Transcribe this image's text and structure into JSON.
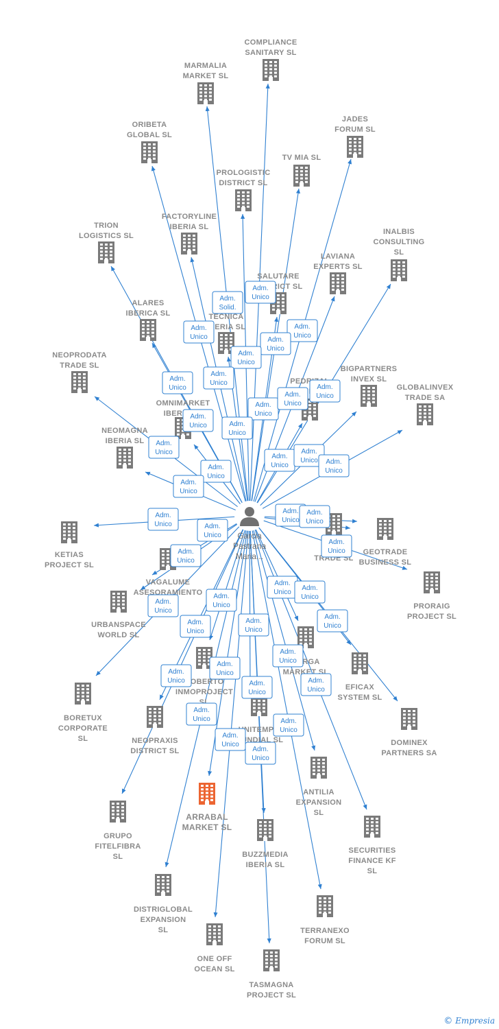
{
  "colors": {
    "edge": "#2f80d1",
    "building": "#7a7a7a",
    "building_highlight": "#ec6532",
    "label": "#8a8a8a"
  },
  "center": {
    "icon": "person-icon",
    "lines": [
      "Garcia",
      "Pastrana",
      "Maria..."
    ]
  },
  "companies": [
    {
      "id": "compliance",
      "lines": [
        "COMPLIANCE",
        "SANITARY  SL"
      ]
    },
    {
      "id": "marmalia",
      "lines": [
        "MARMALIA",
        "MARKET  SL"
      ]
    },
    {
      "id": "jades",
      "lines": [
        "JADES",
        "FORUM  SL"
      ]
    },
    {
      "id": "oribeta",
      "lines": [
        "ORIBETA",
        "GLOBAL  SL"
      ]
    },
    {
      "id": "tvmia",
      "lines": [
        "TV MIA  SL"
      ]
    },
    {
      "id": "prologistic",
      "lines": [
        "PROLOGISTIC",
        "DISTRICT  SL"
      ]
    },
    {
      "id": "trion",
      "lines": [
        "TRION",
        "LOGISTICS  SL"
      ]
    },
    {
      "id": "factoryline",
      "lines": [
        "FACTORYLINE",
        "IBERIA  SL"
      ]
    },
    {
      "id": "inalbis",
      "lines": [
        "INALBIS",
        "CONSULTING",
        "SL"
      ]
    },
    {
      "id": "laviana",
      "lines": [
        "LAVIANA",
        "EXPERTS  SL"
      ]
    },
    {
      "id": "salutare",
      "lines": [
        "SALUTARE",
        "DISTRICT  SL"
      ]
    },
    {
      "id": "alares",
      "lines": [
        "ALARES",
        "IBERICA  SL"
      ]
    },
    {
      "id": "tecnica",
      "lines": [
        "TECNICA",
        "IBERIA  SL"
      ]
    },
    {
      "id": "neoprodata",
      "lines": [
        "NEOPRODATA",
        "TRADE  SL"
      ]
    },
    {
      "id": "bigpartners",
      "lines": [
        "BIGPARTNERS",
        "INVEX  SL"
      ]
    },
    {
      "id": "globalinvex",
      "lines": [
        "GLOBALINVEX",
        "TRADE SA"
      ]
    },
    {
      "id": "pedrizal",
      "lines": [
        "PEDRIZAL",
        "PARTNERS  SL"
      ]
    },
    {
      "id": "omnimarket",
      "lines": [
        "OMNIMARKET",
        "IBERIA  SL"
      ]
    },
    {
      "id": "neomagna",
      "lines": [
        "NEOMAGNA",
        "IBERIA  SL"
      ]
    },
    {
      "id": "ketias",
      "lines": [
        "KETIAS",
        "PROJECT  SL"
      ]
    },
    {
      "id": "geotrade",
      "lines": [
        "GEOTRADE",
        "BUSINESS  SL"
      ]
    },
    {
      "id": "atlas",
      "lines": [
        "ATLAS",
        "TRADE  SL"
      ]
    },
    {
      "id": "vagalume",
      "lines": [
        "VAGALUME",
        "ASESORAMIENTO"
      ]
    },
    {
      "id": "proraig",
      "lines": [
        "PRORAIG",
        "PROJECT  SL"
      ]
    },
    {
      "id": "urbanspace",
      "lines": [
        "URBANSPACE",
        "WORLD  SL"
      ]
    },
    {
      "id": "sarga",
      "lines": [
        "SARGA",
        "MARKET  SL"
      ]
    },
    {
      "id": "eficax",
      "lines": [
        "EFICAX",
        "SYSTEM  SL"
      ]
    },
    {
      "id": "boretux",
      "lines": [
        "BORETUX",
        "CORPORATE",
        "SL"
      ]
    },
    {
      "id": "robertoinmo",
      "lines": [
        "ROBERTO",
        "INMOPROJECT",
        "SL"
      ]
    },
    {
      "id": "dominex",
      "lines": [
        "DOMINEX",
        "PARTNERS SA"
      ]
    },
    {
      "id": "neopraxis",
      "lines": [
        "NEOPRAXIS",
        "DISTRICT  SL"
      ]
    },
    {
      "id": "unitempo",
      "lines": [
        "UNITEMPO",
        "MUNDIAL  SL"
      ]
    },
    {
      "id": "antilia",
      "lines": [
        "ANTILIA",
        "EXPANSION",
        "SL"
      ]
    },
    {
      "id": "arrabal",
      "lines": [
        "ARRABAL",
        "MARKET  SL"
      ],
      "highlight": true
    },
    {
      "id": "grupo",
      "lines": [
        "GRUPO",
        "FITELFIBRA",
        "SL"
      ]
    },
    {
      "id": "buzzmedia",
      "lines": [
        "BUZZMEDIA",
        "IBERIA  SL"
      ]
    },
    {
      "id": "securities",
      "lines": [
        "SECURITIES",
        "FINANCE KF",
        "SL"
      ]
    },
    {
      "id": "distriglobal",
      "lines": [
        "DISTRIGLOBAL",
        "EXPANSION",
        "SL"
      ]
    },
    {
      "id": "terranexo",
      "lines": [
        "TERRANEXO",
        "FORUM  SL"
      ]
    },
    {
      "id": "oneoff",
      "lines": [
        "ONE OFF",
        "OCEAN  SL"
      ]
    },
    {
      "id": "tasmagna",
      "lines": [
        "TASMAGNA",
        "PROJECT  SL"
      ]
    }
  ],
  "edge_labels": [
    [
      "Adm.",
      "Solid."
    ],
    [
      "Adm.",
      "Unico"
    ],
    [
      "Adm.",
      "Unico"
    ],
    [
      "Adm.",
      "Unico"
    ],
    [
      "Adm.",
      "Unico"
    ],
    [
      "Adm.",
      "Unico"
    ],
    [
      "Adm.",
      "Unico"
    ],
    [
      "Adm.",
      "Unico"
    ],
    [
      "Adm.",
      "Unico"
    ],
    [
      "Adm.",
      "Unico"
    ],
    [
      "Adm.",
      "Unico"
    ],
    [
      "Adm.",
      "Unico"
    ],
    [
      "Adm.",
      "Unico"
    ],
    [
      "Adm.",
      "Unico"
    ],
    [
      "Adm.",
      "Unico"
    ],
    [
      "Adm.",
      "Unico"
    ],
    [
      "Adm.",
      "Unico"
    ],
    [
      "Adm.",
      "Unico"
    ],
    [
      "Adm.",
      "Unico"
    ],
    [
      "Adm.",
      "Unico"
    ],
    [
      "Adm.",
      "Unico"
    ],
    [
      "Adm.",
      "Unico"
    ],
    [
      "Adm.",
      "Unico"
    ],
    [
      "Adm.",
      "Unico"
    ],
    [
      "Adm.",
      "Unico"
    ],
    [
      "Adm.",
      "Unico"
    ],
    [
      "Adm.",
      "Unico"
    ],
    [
      "Adm.",
      "Unico"
    ],
    [
      "Adm.",
      "Unico"
    ],
    [
      "Adm.",
      "Unico"
    ],
    [
      "Adm.",
      "Unico"
    ],
    [
      "Adm.",
      "Unico"
    ],
    [
      "Adm.",
      "Unico"
    ],
    [
      "Adm.",
      "Unico"
    ],
    [
      "Adm.",
      "Unico"
    ],
    [
      "Adm.",
      "Unico"
    ],
    [
      "Adm.",
      "Unico"
    ],
    [
      "Adm.",
      "Unico"
    ],
    [
      "Adm.",
      "Unico"
    ],
    [
      "Adm.",
      "Unico"
    ],
    [
      "Adm.",
      "Unico"
    ]
  ],
  "footer": {
    "copyright_symbol": "©",
    "brand": "Empresia"
  }
}
